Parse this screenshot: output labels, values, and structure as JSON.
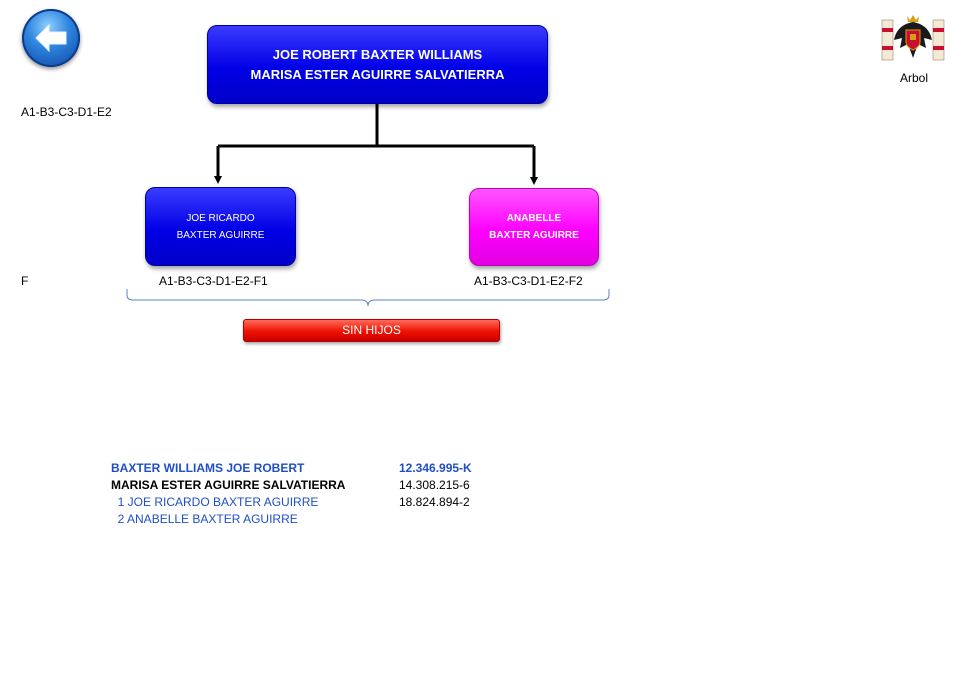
{
  "header": {
    "back_icon": "back-arrow-icon",
    "crest_icon": "coat-of-arms-icon",
    "crest_label": "Arbol"
  },
  "generation_codes": {
    "parent_level": "A1-B3-C3-D1-E2",
    "child_level": "F"
  },
  "tree": {
    "parents": {
      "line1": "JOE ROBERT BAXTER WILLIAMS",
      "line2": "MARISA ESTER AGUIRRE SALVATIERRA"
    },
    "children": [
      {
        "line1": "JOE RICARDO",
        "line2": "BAXTER  AGUIRRE",
        "code": "A1-B3-C3-D1-E2-F1"
      },
      {
        "line1": "ANABELLE",
        "line2": "BAXTER  AGUIRRE",
        "code": "A1-B3-C3-D1-E2-F2"
      }
    ],
    "descendants_status": "SIN HIJOS"
  },
  "info_table": [
    {
      "name": "BAXTER WILLIAMS JOE ROBERT",
      "id": "12.346.995-K"
    },
    {
      "name": "MARISA ESTER AGUIRRE SALVATIERRA",
      "id": "14.308.215-6"
    },
    {
      "name": "  1 JOE RICARDO BAXTER AGUIRRE",
      "id": "18.824.894-2"
    },
    {
      "name": "  2 ANABELLE BAXTER AGUIRRE",
      "id": ""
    }
  ],
  "colors": {
    "parent_node": "#0000e6",
    "male_child_node": "#0000e6",
    "female_child_node": "#ff00ff",
    "status_bar": "#ee1100",
    "info_blue": "#1f4fc8"
  }
}
